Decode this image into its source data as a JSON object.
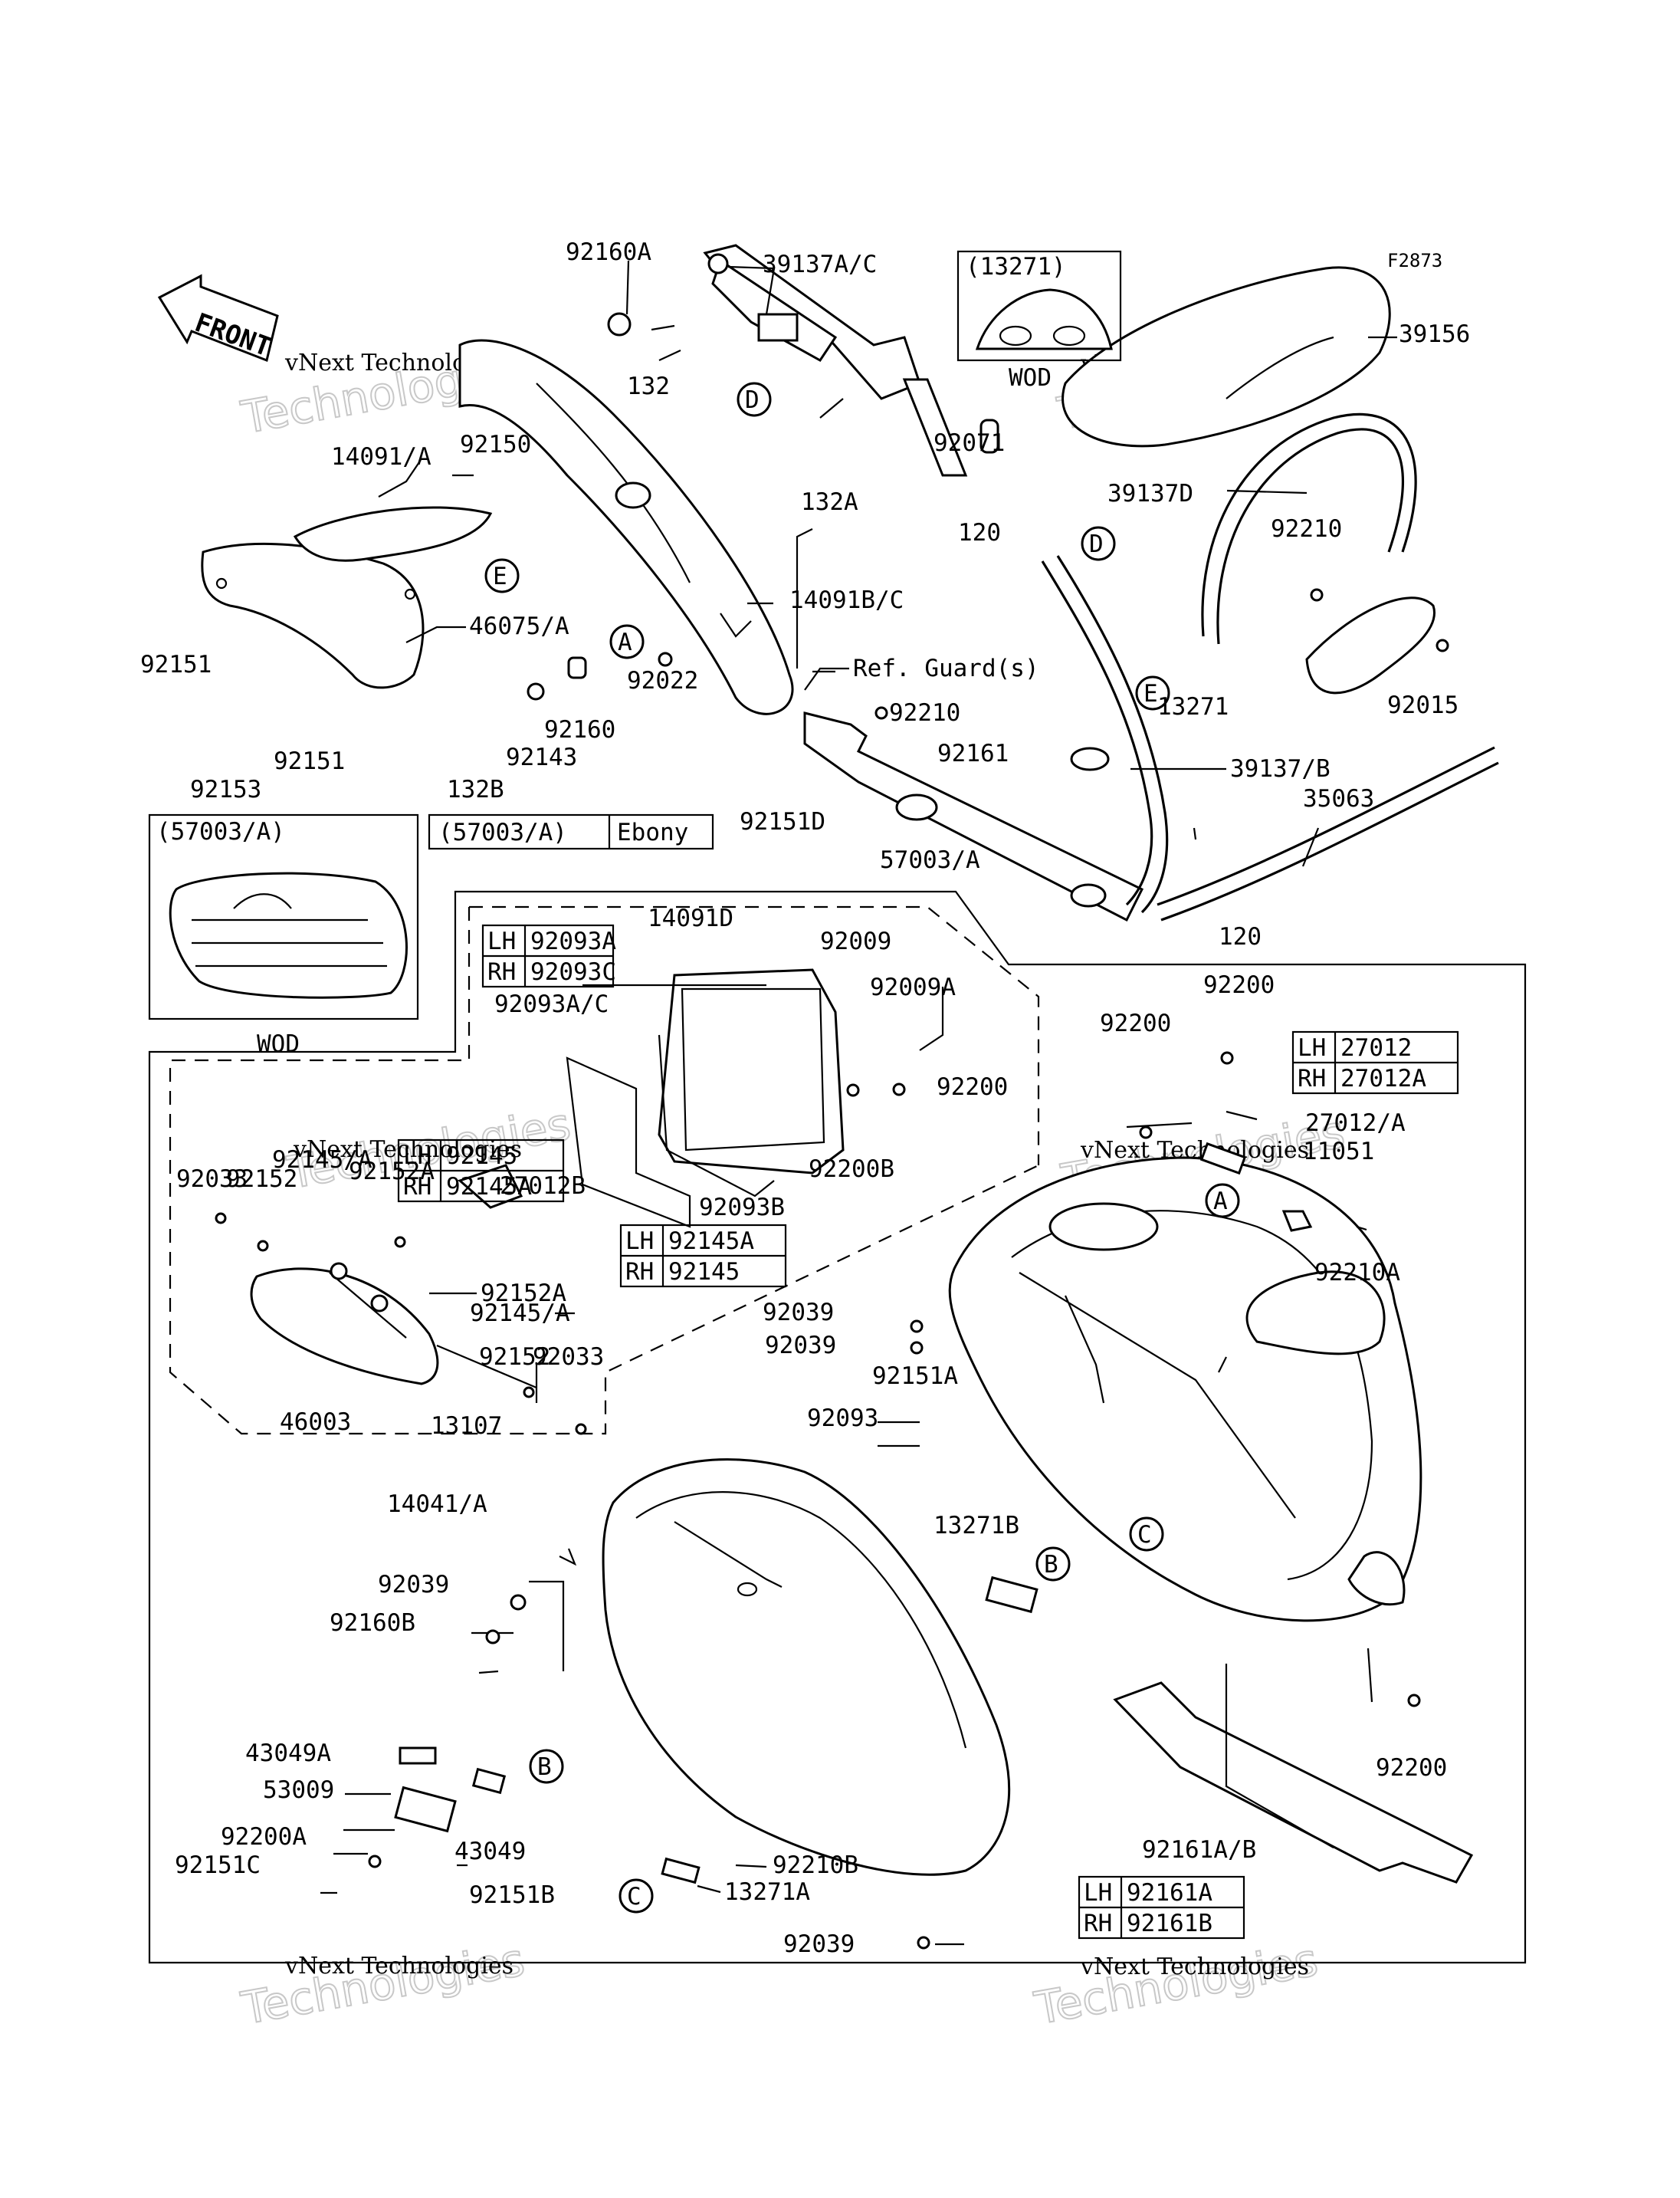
{
  "figure_code": "F2873",
  "front_label": "FRONT",
  "wod_label": "WOD",
  "ref_guard": "Ref. Guard(s)",
  "watermark_line1": "vNext Technologies",
  "watermark_line2": "Technologies",
  "top_box_caption": "(13271)",
  "left_box_caption": "(57003/A)",
  "color_row": {
    "part": "(57003/A)",
    "color": "Ebony"
  },
  "variant_tables": [
    {
      "rows": [
        {
          "side": "LH",
          "part": "92093A"
        },
        {
          "side": "RH",
          "part": "92093C"
        }
      ]
    },
    {
      "rows": [
        {
          "side": "LH",
          "part": "92145"
        },
        {
          "side": "RH",
          "part": "92145A"
        }
      ]
    },
    {
      "rows": [
        {
          "side": "LH",
          "part": "92145A"
        },
        {
          "side": "RH",
          "part": "92145"
        }
      ]
    },
    {
      "rows": [
        {
          "side": "LH",
          "part": "27012"
        },
        {
          "side": "RH",
          "part": "27012A"
        }
      ]
    },
    {
      "rows": [
        {
          "side": "LH",
          "part": "92161A"
        },
        {
          "side": "RH",
          "part": "92161B"
        }
      ]
    }
  ],
  "circle_refs": [
    "A",
    "B",
    "C",
    "D",
    "E"
  ],
  "part_labels": [
    "92160A",
    "39137A/C",
    "132",
    "132A",
    "92071",
    "39156",
    "39137D",
    "14091/A",
    "92150",
    "46075/A",
    "92151",
    "92153",
    "14091B/C",
    "92022",
    "92160",
    "92143",
    "132B",
    "120",
    "92210",
    "13271",
    "92015",
    "92151D",
    "92161",
    "39137/B",
    "35063",
    "57003/A",
    "14091D",
    "92009",
    "92009A",
    "92093A/C",
    "92200",
    "92200B",
    "92093B",
    "27012/A",
    "11051",
    "92210A",
    "92033",
    "92145/A",
    "92152",
    "92152A",
    "27012B",
    "46003",
    "13107",
    "92039",
    "92151A",
    "92093",
    "14041/A",
    "13271B",
    "92160B",
    "43049A",
    "53009",
    "43049",
    "92200A",
    "92151C",
    "92151B",
    "92210B",
    "13271A",
    "92161A/B"
  ]
}
